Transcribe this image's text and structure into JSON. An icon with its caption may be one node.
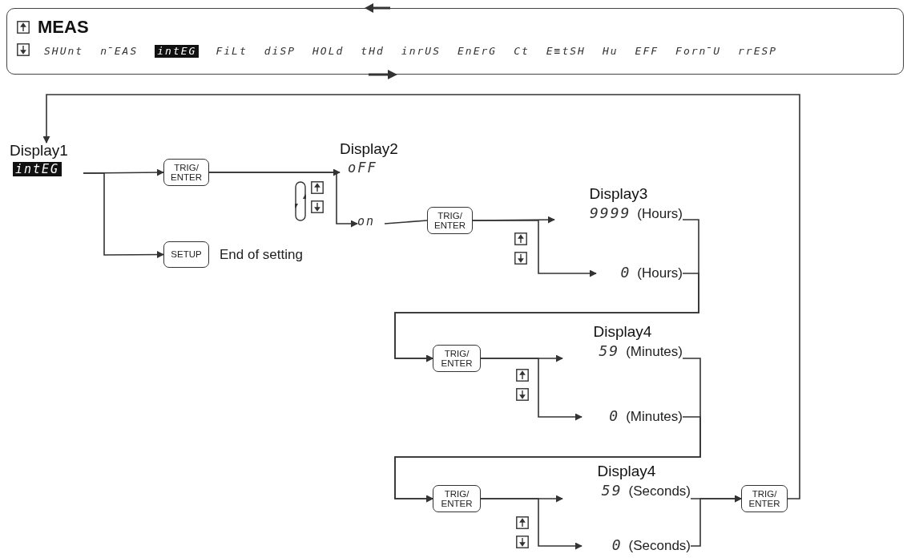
{
  "diagram": {
    "nodes": [
      {
        "text": [
          "MEAS",
          "SHUnt",
          "n̄EAS",
          "intEG",
          "FiLt",
          "diSP",
          "HOLd",
          "tHd",
          "inrUS",
          "EnErG",
          "Ct",
          "E≡tSH",
          "Hu",
          "EFF",
          "Forn̄U",
          "rrESP"
        ]
      },
      {
        "text": [
          "Display1",
          "intEG"
        ]
      },
      {
        "text": [
          "TRIG/ ENTER"
        ]
      },
      {
        "text": [
          "SETUP"
        ],
        "beside": [
          "End of setting"
        ]
      },
      {
        "text": [
          "Display2",
          "oFF"
        ]
      },
      {
        "text": [
          "on"
        ]
      },
      {
        "text": [
          "TRIG/ ENTER"
        ]
      },
      {
        "text": [
          "Display3",
          "9999",
          "(Hours)"
        ]
      },
      {
        "text": [
          "0",
          "(Hours)"
        ]
      },
      {
        "text": [
          "TRIG/ ENTER"
        ]
      },
      {
        "text": [
          "Display4",
          "59",
          "(Minutes)"
        ]
      },
      {
        "text": [
          "0",
          "(Minutes)"
        ]
      },
      {
        "text": [
          "TRIG/ ENTER"
        ]
      },
      {
        "text": [
          "Display4",
          "59",
          "(Seconds)"
        ]
      },
      {
        "text": [
          "0",
          "(Seconds)"
        ]
      },
      {
        "text": [
          "TRIG/ ENTER"
        ]
      }
    ],
    "edges": [
      {
        "from": 1,
        "to": 2,
        "arrow": "to"
      },
      {
        "from": 1,
        "to": 3,
        "arrow": "to"
      },
      {
        "from": 2,
        "to": 4,
        "arrow": "to"
      },
      {
        "from": 2,
        "to": 5,
        "arrow": "to"
      },
      {
        "from": 5,
        "to": 6,
        "arrow": "none"
      },
      {
        "from": 6,
        "to": 7,
        "arrow": "to"
      },
      {
        "from": 6,
        "to": 8,
        "arrow": "to"
      },
      {
        "from": 7,
        "to": 9,
        "arrow": "to"
      },
      {
        "from": 8,
        "to": 9,
        "arrow": "to"
      },
      {
        "from": 9,
        "to": 10,
        "arrow": "to"
      },
      {
        "from": 9,
        "to": 11,
        "arrow": "to"
      },
      {
        "from": 10,
        "to": 12,
        "arrow": "to"
      },
      {
        "from": 11,
        "to": 12,
        "arrow": "to"
      },
      {
        "from": 12,
        "to": 13,
        "arrow": "to"
      },
      {
        "from": 12,
        "to": 14,
        "arrow": "to"
      },
      {
        "from": 13,
        "to": 15,
        "arrow": "to"
      },
      {
        "from": 14,
        "to": 15,
        "arrow": "to"
      },
      {
        "from": 15,
        "to": 1,
        "arrow": "to"
      }
    ]
  }
}
